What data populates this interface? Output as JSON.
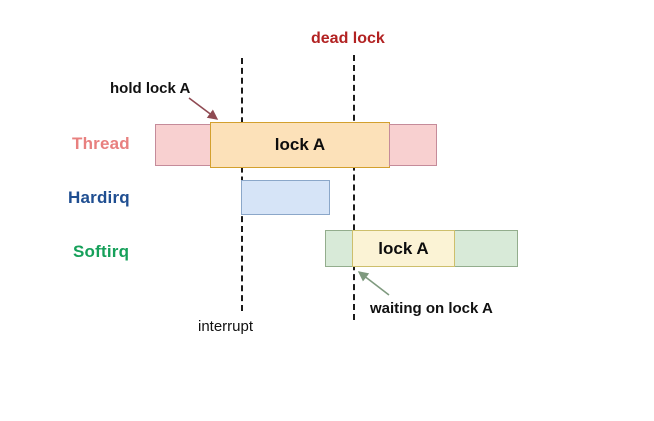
{
  "diagram": {
    "title_annotation": "dead lock",
    "rows": [
      {
        "name": "thread",
        "label": "Thread",
        "label_color": "#e8807f",
        "segments": [
          {
            "kind": "running",
            "text": ""
          },
          {
            "kind": "lock-held",
            "text": "lock A"
          },
          {
            "kind": "running",
            "text": ""
          }
        ]
      },
      {
        "name": "hardirq",
        "label": "Hardirq",
        "label_color": "#1f4e91",
        "segments": [
          {
            "kind": "running",
            "text": ""
          }
        ]
      },
      {
        "name": "softirq",
        "label": "Softirq",
        "label_color": "#16a05a",
        "segments": [
          {
            "kind": "running",
            "text": ""
          },
          {
            "kind": "lock-waiting",
            "text": "lock A"
          }
        ]
      }
    ],
    "markers": [
      {
        "name": "interrupt",
        "label": "interrupt",
        "color": "#111111"
      },
      {
        "name": "dead-lock",
        "label": "dead lock",
        "color": "#b22222"
      }
    ],
    "annotations": [
      {
        "name": "hold-lock-a",
        "label": "hold lock A",
        "arrow_color": "#8f4a52"
      },
      {
        "name": "waiting-on-lock-a",
        "label": "waiting on lock A",
        "arrow_color": "#7f9a7f"
      }
    ],
    "colors": {
      "thread_running_fill": "#f8d0d0",
      "thread_running_stroke": "#c58b9a",
      "lock_held_fill": "#fce1b9",
      "lock_held_stroke": "#d3a02e",
      "hardirq_fill": "#d6e4f7",
      "hardirq_stroke": "#8ba7c9",
      "softirq_fill": "#d8ead8",
      "softirq_stroke": "#93ad8d",
      "lock_waiting_fill": "#fbf3d5",
      "lock_waiting_stroke": "#cdbf6c",
      "marker_line": "#1a1a1a",
      "background": "#ffffff"
    }
  }
}
